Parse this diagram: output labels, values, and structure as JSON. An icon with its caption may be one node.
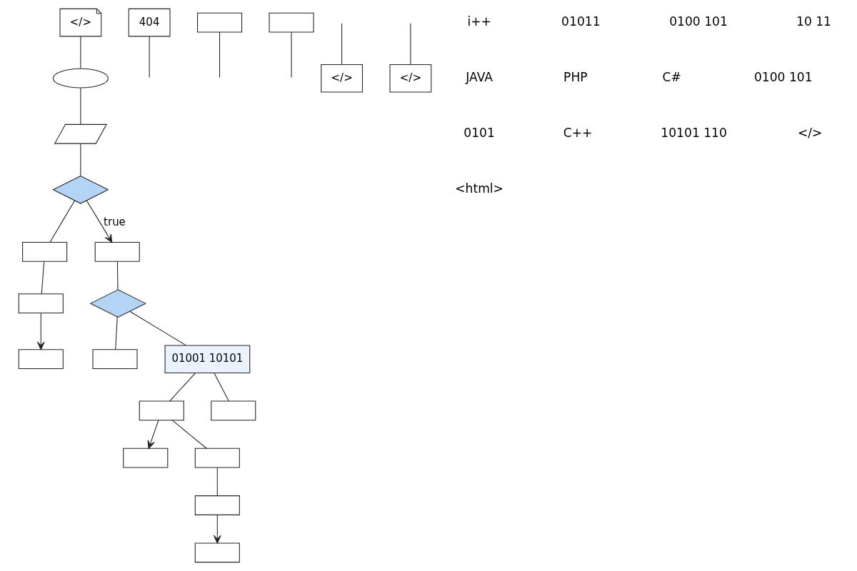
{
  "diagram": {
    "nodes": [
      {
        "text": [
          "</>"
        ]
      },
      {
        "text": [],
        "shape": "oval"
      },
      {
        "text": [],
        "shape": "parallelogram"
      },
      {
        "text": [],
        "shape": "diamond"
      },
      {
        "text": [],
        "shape": "box"
      },
      {
        "text": [],
        "shape": "box"
      },
      {
        "text": [],
        "shape": "box"
      },
      {
        "text": [],
        "shape": "box"
      },
      {
        "text": [],
        "shape": "diamond"
      },
      {
        "text": [],
        "shape": "box"
      },
      {
        "text": [
          "01001 10101"
        ]
      },
      {
        "text": [],
        "shape": "box"
      },
      {
        "text": [],
        "shape": "box"
      },
      {
        "text": [],
        "shape": "box"
      },
      {
        "text": [],
        "shape": "box"
      },
      {
        "text": [],
        "shape": "box"
      },
      {
        "text": [],
        "shape": "box"
      },
      {
        "text": [
          "404"
        ]
      },
      {
        "text": [],
        "shape": "box"
      },
      {
        "text": [],
        "shape": "box"
      },
      {
        "text": [
          "</>"
        ]
      },
      {
        "text": [
          "</>"
        ]
      }
    ],
    "edges": [
      {
        "from": 0,
        "to": 1,
        "arrow": "none"
      },
      {
        "from": 1,
        "to": 2,
        "arrow": "none"
      },
      {
        "from": 2,
        "to": 3,
        "arrow": "none"
      },
      {
        "from": 3,
        "to": 7,
        "arrow": "to",
        "label": "true"
      },
      {
        "from": 3,
        "to": 4,
        "arrow": "none"
      },
      {
        "from": 4,
        "to": 5,
        "arrow": "none"
      },
      {
        "from": 5,
        "to": 6,
        "arrow": "to"
      },
      {
        "from": 7,
        "to": 8,
        "arrow": "none"
      },
      {
        "from": 8,
        "to": 10,
        "arrow": "none"
      },
      {
        "from": 8,
        "to": 9,
        "arrow": "none"
      },
      {
        "from": 10,
        "to": 11,
        "arrow": "none"
      },
      {
        "from": 11,
        "to": 12,
        "arrow": "to"
      },
      {
        "from": 11,
        "to": 13,
        "arrow": "none"
      },
      {
        "from": 13,
        "to": 14,
        "arrow": "none"
      },
      {
        "from": 14,
        "to": 15,
        "arrow": "to"
      },
      {
        "from": 10,
        "to": 16,
        "arrow": "none"
      },
      {
        "from": 17,
        "to": null,
        "arrow": "none"
      },
      {
        "from": 18,
        "to": null,
        "arrow": "none"
      },
      {
        "from": 19,
        "to": null,
        "arrow": "none"
      },
      {
        "from": null,
        "to": 20,
        "arrow": "none"
      },
      {
        "from": null,
        "to": 21,
        "arrow": "none"
      }
    ],
    "labels": [
      "i++",
      "01011",
      "0100 101",
      "10 11",
      "JAVA",
      "PHP",
      "C#",
      "0100 101",
      "0101",
      "C++",
      "10101 110",
      "</>",
      "<html>"
    ]
  }
}
